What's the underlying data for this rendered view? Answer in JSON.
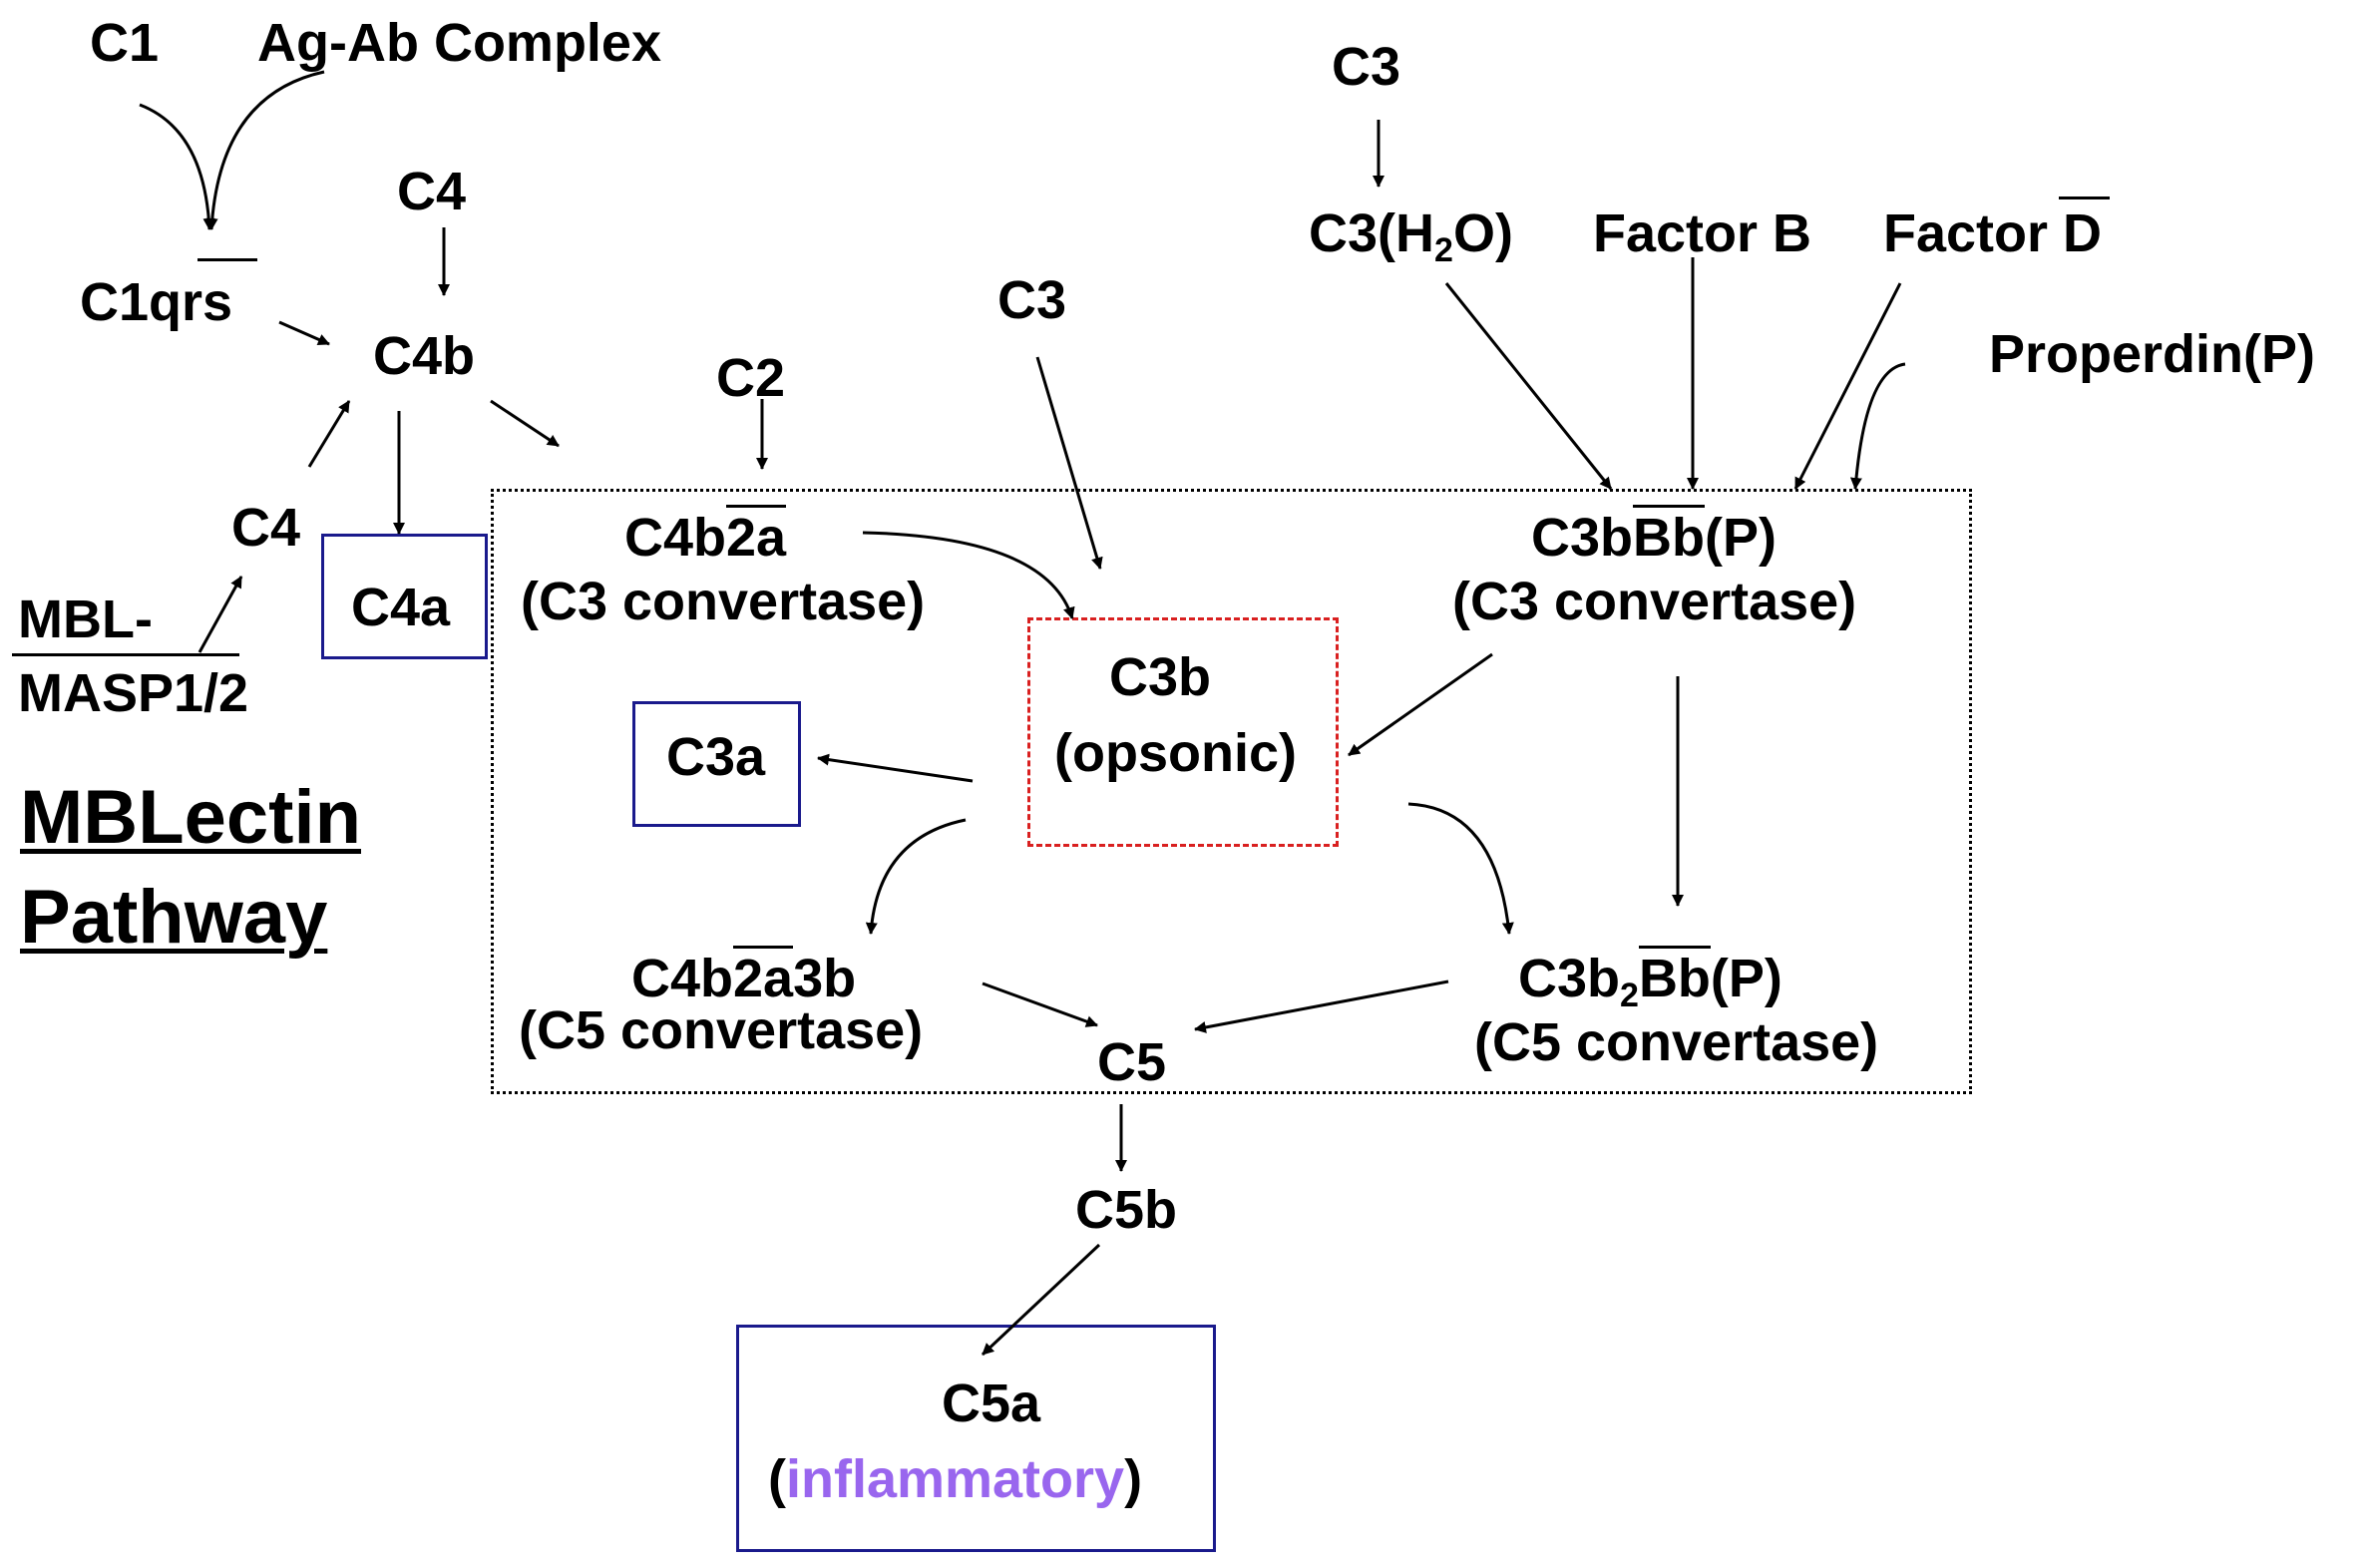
{
  "nodes": {
    "c1": "C1",
    "ag_ab_complex": "Ag-Ab Complex",
    "c1qrs": "C1qrs",
    "c4_top": "C4",
    "c4b": "C4b",
    "c4_mid": "C4",
    "mbl_line1": "MBL-",
    "mbl_line2": "MASP1/2",
    "c4a": "C4a",
    "c2": "C2",
    "c3_mid": "C3",
    "c3_top": "C3",
    "factor_b": "Factor B",
    "factor_d_prefix": "Factor ",
    "factor_d_letter": "D",
    "properdin": "Properdin(P)",
    "c3a": "C3a",
    "c3b": "C3b",
    "c3b_note": "(opsonic)",
    "c5": "C5",
    "c5b": "C5b",
    "c5a": "C5a",
    "c5a_note": "inflammatory"
  },
  "c3h2o": {
    "pre": "C3(H",
    "sub": "2",
    "post": "O)"
  },
  "c4b2a": {
    "prefix": "C4b",
    "bar": "2a",
    "note": "(C3 convertase)"
  },
  "c3bbb": {
    "prefix": "C3b",
    "bar": "Bb",
    "suffix": "(P)",
    "note": "(C3 convertase)"
  },
  "c4b2a3b": {
    "prefix": "C4b",
    "bar": "2a",
    "suffix": "3b",
    "note": "(C5 convertase)"
  },
  "c3b2bb": {
    "pre": "C3b",
    "sub": "2",
    "bar": "Bb",
    "suffix": "(P)",
    "note": "(C5 convertase)"
  },
  "title": {
    "line1": "MBLectin",
    "line2": "Pathway"
  },
  "colors": {
    "text": "#000000",
    "box_border": "#1a1a8c",
    "c3b_box_border": "#d92020",
    "inflammatory": "#9966ee",
    "convertase_region_border": "#000000"
  }
}
